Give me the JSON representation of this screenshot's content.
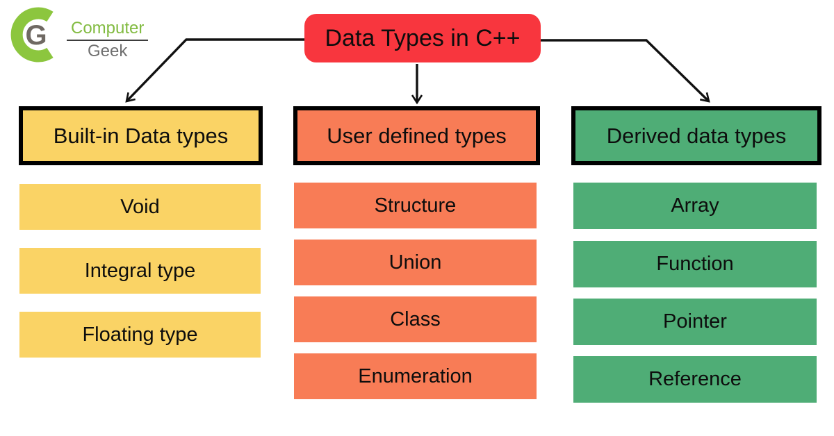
{
  "logo": {
    "primary": "Computer",
    "secondary": "Geek"
  },
  "title": {
    "label": "Data Types in C++"
  },
  "columns": [
    {
      "header": "Built-in Data types",
      "color": "#FAD365",
      "items": [
        "Void",
        "Integral type",
        "Floating type"
      ]
    },
    {
      "header": "User defined types",
      "color": "#F87C56",
      "items": [
        "Structure",
        "Union",
        "Class",
        "Enumeration"
      ]
    },
    {
      "header": "Derived data types",
      "color": "#4FAD76",
      "items": [
        "Array",
        "Function",
        "Pointer",
        "Reference"
      ]
    }
  ],
  "colors": {
    "title_bg": "#F8363E",
    "builtin_bg": "#FAD365",
    "user_defined_bg": "#F87C56",
    "derived_bg": "#4FAD76",
    "logo_green": "#8CC63E",
    "logo_gray": "#6F6963",
    "arrow": "#111111"
  }
}
